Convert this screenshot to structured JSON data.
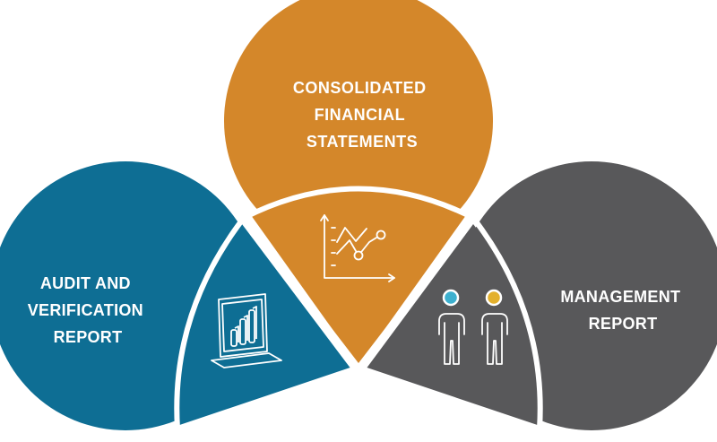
{
  "colors": {
    "orange": "#D4872A",
    "blue": "#0E6E94",
    "gray": "#58585A",
    "white": "#FFFFFF",
    "person_dot_blue": "#3DB0CF",
    "person_dot_yellow": "#E3B02C"
  },
  "segments": {
    "top": {
      "lines": [
        "CONSOLIDATED",
        "FINANCIAL",
        "STATEMENTS"
      ],
      "icon": "line-chart-icon"
    },
    "left": {
      "lines": [
        "AUDIT AND",
        "VERIFICATION",
        "REPORT"
      ],
      "icon": "bar-chart-laptop-icon"
    },
    "right": {
      "lines": [
        "MANAGEMENT",
        "REPORT"
      ],
      "icon": "two-people-icon"
    }
  }
}
